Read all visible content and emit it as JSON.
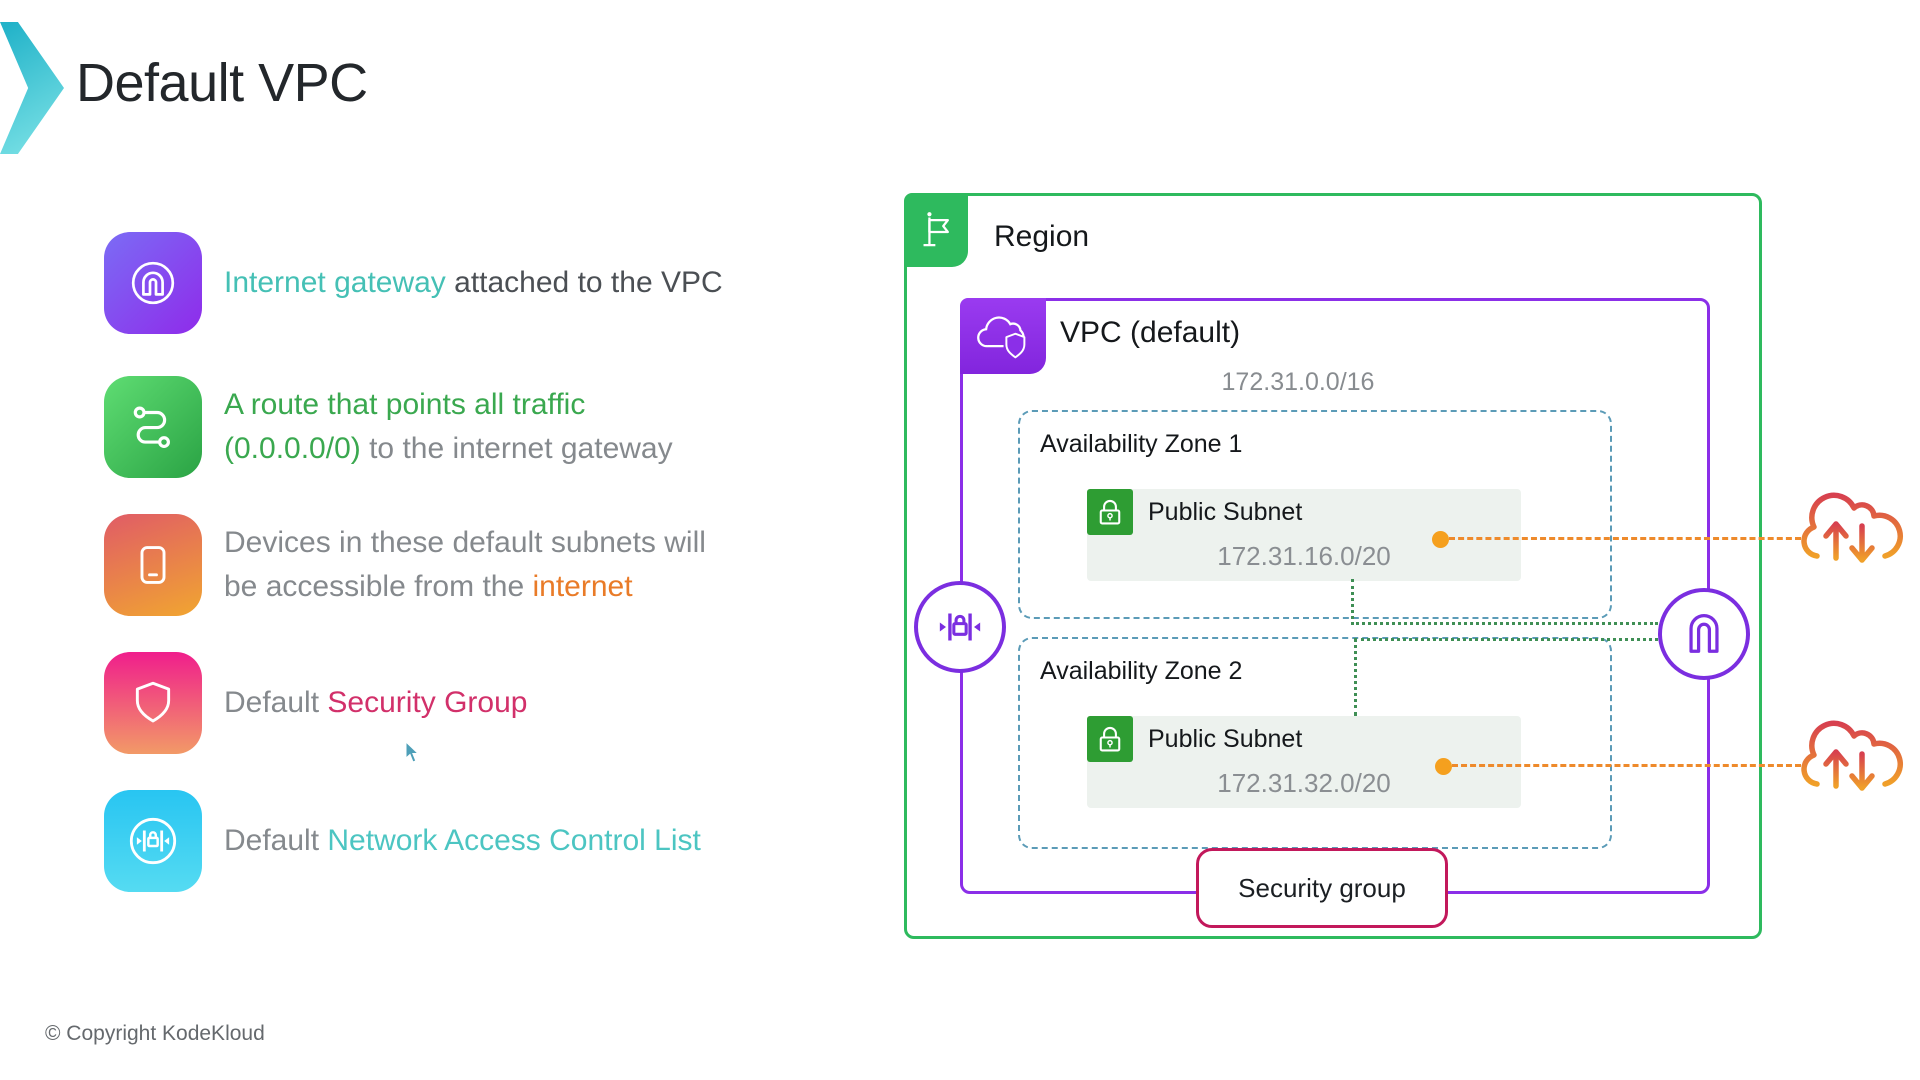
{
  "title": "Default VPC",
  "copyright": "© Copyright KodeKloud",
  "bullets": {
    "b1": {
      "highlight": "Internet gateway",
      "rest": " attached to the VPC"
    },
    "b2": {
      "line1": "A route that points all traffic",
      "cidr": "(0.0.0.0/0)",
      "rest": " to the internet gateway"
    },
    "b3": {
      "line1": "Devices in these default subnets will",
      "line2_start": "be accessible from the ",
      "highlight": "internet"
    },
    "b4": {
      "start": "Default ",
      "highlight": "Security Group"
    },
    "b5": {
      "start": "Default ",
      "highlight": "Network Access Control List"
    }
  },
  "diagram": {
    "region_label": "Region",
    "vpc_label": "VPC (default)",
    "vpc_cidr": "172.31.0.0/16",
    "az1_label": "Availability Zone 1",
    "az2_label": "Availability Zone 2",
    "subnet_label": "Public Subnet",
    "subnet1_cidr": "172.31.16.0/20",
    "subnet2_cidr": "172.31.32.0/20",
    "security_group_label": "Security group"
  },
  "colors": {
    "accent_teal": "#45c0b5",
    "accent_green": "#3aa84f",
    "accent_orange": "#e97b28",
    "accent_pink": "#d2306a",
    "accent_cyan": "#4cc5c2",
    "vpc_purple": "#8b2fe8",
    "region_green": "#2eba5e",
    "az_blue": "#5b9bb7",
    "security_group_red": "#c2185b",
    "route_dot_green": "#3f8f55",
    "internet_line_orange": "#ee8a2b"
  }
}
